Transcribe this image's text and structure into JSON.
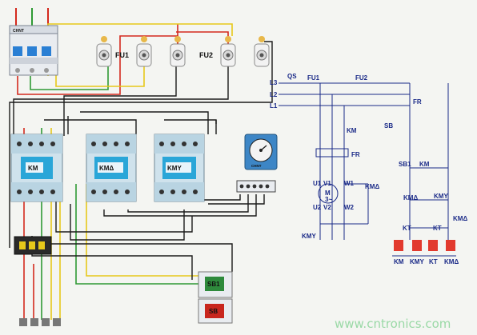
{
  "wiring_labels": {
    "fuse_group_1": "FU1",
    "fuse_group_2": "FU2",
    "breaker_brand": "CHNT",
    "contactor_main": "KM",
    "contactor_delta": "KMΔ",
    "contactor_star": "KMY",
    "relay_brand": "CHNT",
    "button_start": "SB1",
    "button_stop": "SB"
  },
  "schematic_labels": {
    "switch": "QS",
    "fu1": "FU1",
    "fu2": "FU2",
    "l1": "L1",
    "l2": "L2",
    "l3": "L3",
    "fr_top": "FR",
    "km_main": "KM",
    "fr_thermal": "FR",
    "sb": "SB",
    "sb1": "SB1",
    "km_hold": "KM",
    "u1": "U1",
    "v1": "V1",
    "w1": "W1",
    "u2": "U2",
    "v2": "V2",
    "w2": "W2",
    "motor_m": "M",
    "motor_3": "3~",
    "kmd_contact": "KMΔ",
    "kmd_coil_contact": "KMΔ",
    "kmy_contact": "KMY",
    "kmy_main": "KMY",
    "kt1": "KT",
    "kt2": "KT",
    "kmd_right": "KMΔ",
    "coil_km": "KM",
    "coil_kmy": "KMY",
    "coil_kt": "KT",
    "coil_kmd": "KMΔ"
  },
  "watermark": "www.cntronics.com",
  "colors": {
    "background": "#f4f5f2",
    "wire_red": "#d42a1e",
    "wire_green": "#2f9a34",
    "wire_yellow": "#e6c81a",
    "wire_black": "#1b1b1b",
    "contactor_body": "#cfe2ec",
    "contactor_panel": "#2aa6d8",
    "schematic_blue": "#1a2a88",
    "coil_red": "#e23a2e",
    "button_green": "#2e8a3c",
    "button_red": "#c8261e"
  }
}
